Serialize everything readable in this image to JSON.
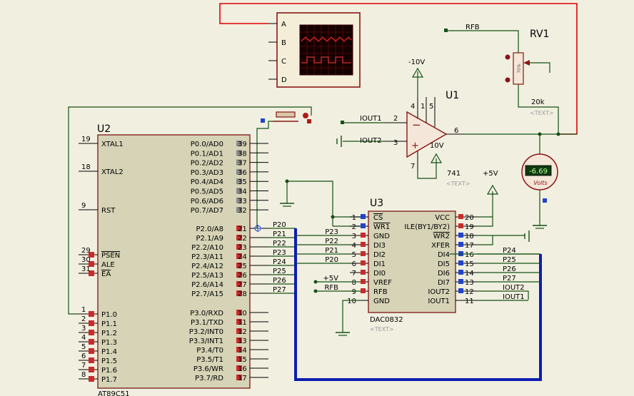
{
  "components": {
    "u2": {
      "ref": "U2",
      "part": "AT89C51",
      "pins_left": [
        {
          "num": "19",
          "name": "XTAL1"
        },
        {
          "num": "18",
          "name": "XTAL2"
        },
        {
          "num": "9",
          "name": "RST"
        },
        {
          "num": "29",
          "name": "PSEN"
        },
        {
          "num": "30",
          "name": "ALE"
        },
        {
          "num": "31",
          "name": "EA"
        },
        {
          "num": "1",
          "name": "P1.0"
        },
        {
          "num": "2",
          "name": "P1.1"
        },
        {
          "num": "3",
          "name": "P1.2"
        },
        {
          "num": "4",
          "name": "P1.3"
        },
        {
          "num": "5",
          "name": "P1.4"
        },
        {
          "num": "6",
          "name": "P1.5"
        },
        {
          "num": "7",
          "name": "P1.6"
        },
        {
          "num": "8",
          "name": "P1.7"
        }
      ],
      "pins_right": [
        {
          "num": "39",
          "name": "P0.0/AD0"
        },
        {
          "num": "38",
          "name": "P0.1/AD1"
        },
        {
          "num": "37",
          "name": "P0.2/AD2"
        },
        {
          "num": "36",
          "name": "P0.3/AD3"
        },
        {
          "num": "35",
          "name": "P0.4/AD4"
        },
        {
          "num": "34",
          "name": "P0.5/AD5"
        },
        {
          "num": "33",
          "name": "P0.6/AD6"
        },
        {
          "num": "32",
          "name": "P0.7/AD7"
        },
        {
          "num": "21",
          "name": "P2.0/A8"
        },
        {
          "num": "22",
          "name": "P2.1/A9"
        },
        {
          "num": "23",
          "name": "P2.2/A10"
        },
        {
          "num": "24",
          "name": "P2.3/A11"
        },
        {
          "num": "25",
          "name": "P2.4/A12"
        },
        {
          "num": "26",
          "name": "P2.5/A13"
        },
        {
          "num": "27",
          "name": "P2.6/A14"
        },
        {
          "num": "28",
          "name": "P2.7/A15"
        },
        {
          "num": "10",
          "name": "P3.0/RXD"
        },
        {
          "num": "11",
          "name": "P3.1/TXD"
        },
        {
          "num": "12",
          "name": "P3.2/INT0"
        },
        {
          "num": "13",
          "name": "P3.3/INT1"
        },
        {
          "num": "14",
          "name": "P3.4/T0"
        },
        {
          "num": "15",
          "name": "P3.5/T1"
        },
        {
          "num": "16",
          "name": "P3.6/WR"
        },
        {
          "num": "17",
          "name": "P3.7/RD"
        }
      ],
      "p2_nets": [
        "P20",
        "P21",
        "P22",
        "P23",
        "P24",
        "P25",
        "P26",
        "P27"
      ]
    },
    "u3": {
      "ref": "U3",
      "part": "DAC0832",
      "text_placeholder": "<TEXT>",
      "pins_left": [
        {
          "num": "1",
          "name": "CS",
          "net": ""
        },
        {
          "num": "2",
          "name": "WR1",
          "net": ""
        },
        {
          "num": "3",
          "name": "GND",
          "net": "P23"
        },
        {
          "num": "4",
          "name": "DI3",
          "net": "P22"
        },
        {
          "num": "5",
          "name": "DI2",
          "net": "P21"
        },
        {
          "num": "6",
          "name": "DI1",
          "net": "P20"
        },
        {
          "num": "7",
          "name": "DI0",
          "net": ""
        },
        {
          "num": "8",
          "name": "VREF",
          "net": "+5V"
        },
        {
          "num": "9",
          "name": "RFB",
          "net": "RFB"
        },
        {
          "num": "10",
          "name": "GND",
          "net": ""
        }
      ],
      "pins_right": [
        {
          "num": "20",
          "name": "VCC",
          "net": ""
        },
        {
          "num": "19",
          "name": "ILE(BY1/BY2)",
          "net": ""
        },
        {
          "num": "18",
          "name": "WR2",
          "net": ""
        },
        {
          "num": "17",
          "name": "XFER",
          "net": ""
        },
        {
          "num": "16",
          "name": "DI4",
          "net": "P24"
        },
        {
          "num": "15",
          "name": "DI5",
          "net": "P25"
        },
        {
          "num": "14",
          "name": "DI6",
          "net": "P26"
        },
        {
          "num": "13",
          "name": "DI7",
          "net": "P27"
        },
        {
          "num": "12",
          "name": "IOUT2",
          "net": "IOUT2"
        },
        {
          "num": "11",
          "name": "IOUT1",
          "net": "IOUT1"
        }
      ]
    },
    "u1": {
      "ref": "U1",
      "part": "741",
      "text_placeholder": "<TEXT>",
      "pin_inv": "2",
      "pin_noninv": "3",
      "pin_out": "6",
      "pin_vneg": "4",
      "pin_vpos": "7",
      "pin_off1": "1",
      "pin_off2": "5",
      "supply_neg": "-10V",
      "supply_pos": "10V",
      "net_inv": "IOUT1",
      "net_noninv": "IOUT2",
      "minus": "−",
      "plus": "+"
    },
    "rv1": {
      "ref": "RV1",
      "value": "20k",
      "body_text": "70%",
      "text_placeholder": "<TEXT>",
      "net": "RFB"
    },
    "voltmeter": {
      "reading": "-6.69",
      "unit": "Volts"
    },
    "oscilloscope": {
      "channels": [
        "A",
        "B",
        "C",
        "D"
      ]
    },
    "power": {
      "vcc_label": "+5V"
    }
  }
}
